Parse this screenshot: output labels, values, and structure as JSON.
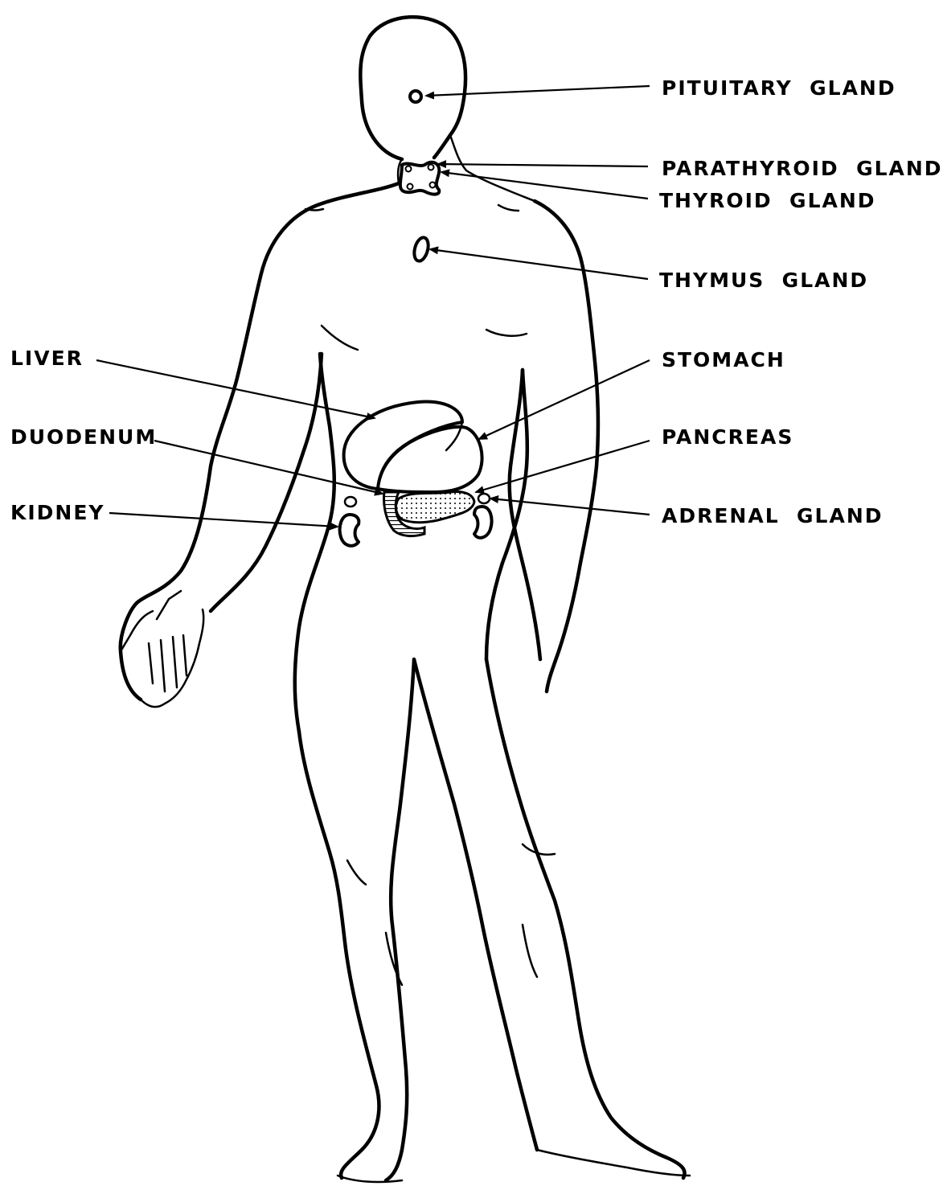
{
  "labels": {
    "pituitary": "PITUITARY  GLAND",
    "parathyroid": "PARATHYROID  GLAND",
    "thyroid": "THYROID  GLAND",
    "thymus": "THYMUS  GLAND",
    "liver": "LIVER",
    "stomach": "STOMACH",
    "duodenum": "DUODENUM",
    "pancreas": "PANCREAS",
    "kidney": "KIDNEY",
    "adrenal": "ADRENAL  GLAND"
  }
}
